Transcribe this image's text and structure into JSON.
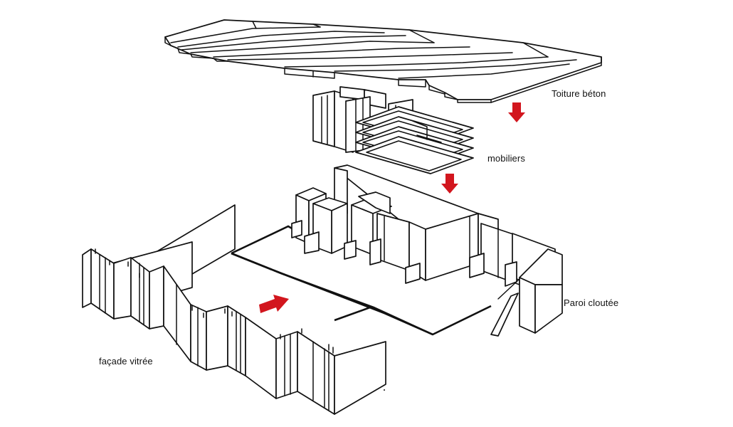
{
  "labels": {
    "roof": "Toiture béton",
    "furniture": "mobiliers",
    "studded_wall": "Paroi cloutée",
    "glazed_facade": "façade vitrée"
  },
  "colors": {
    "arrow": "#d2161e",
    "line": "#111111",
    "background": "#ffffff"
  },
  "arrows": [
    "down-arrow",
    "down-arrow",
    "right-arrow"
  ]
}
